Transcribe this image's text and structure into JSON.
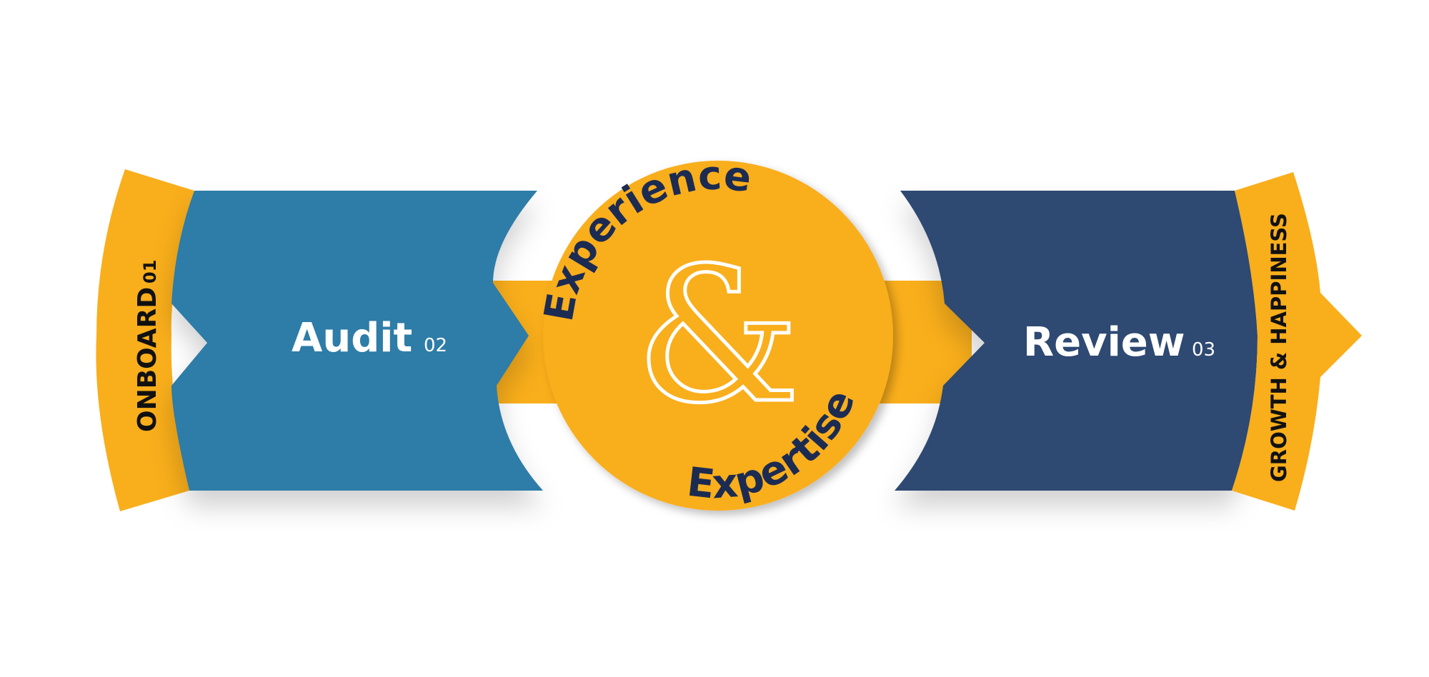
{
  "diagram": {
    "colors": {
      "yellow": "#f9ae1b",
      "blue": "#2e7ba8",
      "navy": "#2f4a72",
      "text_dark": "#1c2b52",
      "white": "#ffffff"
    },
    "steps": [
      {
        "label": "ONBOARD",
        "number": "01"
      },
      {
        "label": "Audit",
        "number": "02"
      },
      {
        "label": "Review",
        "number": "03"
      },
      {
        "label": "GROWTH & HAPPINESS",
        "number": ""
      }
    ],
    "center": {
      "top_text": "Experience",
      "symbol": "&",
      "bottom_text": "Expertise"
    }
  }
}
